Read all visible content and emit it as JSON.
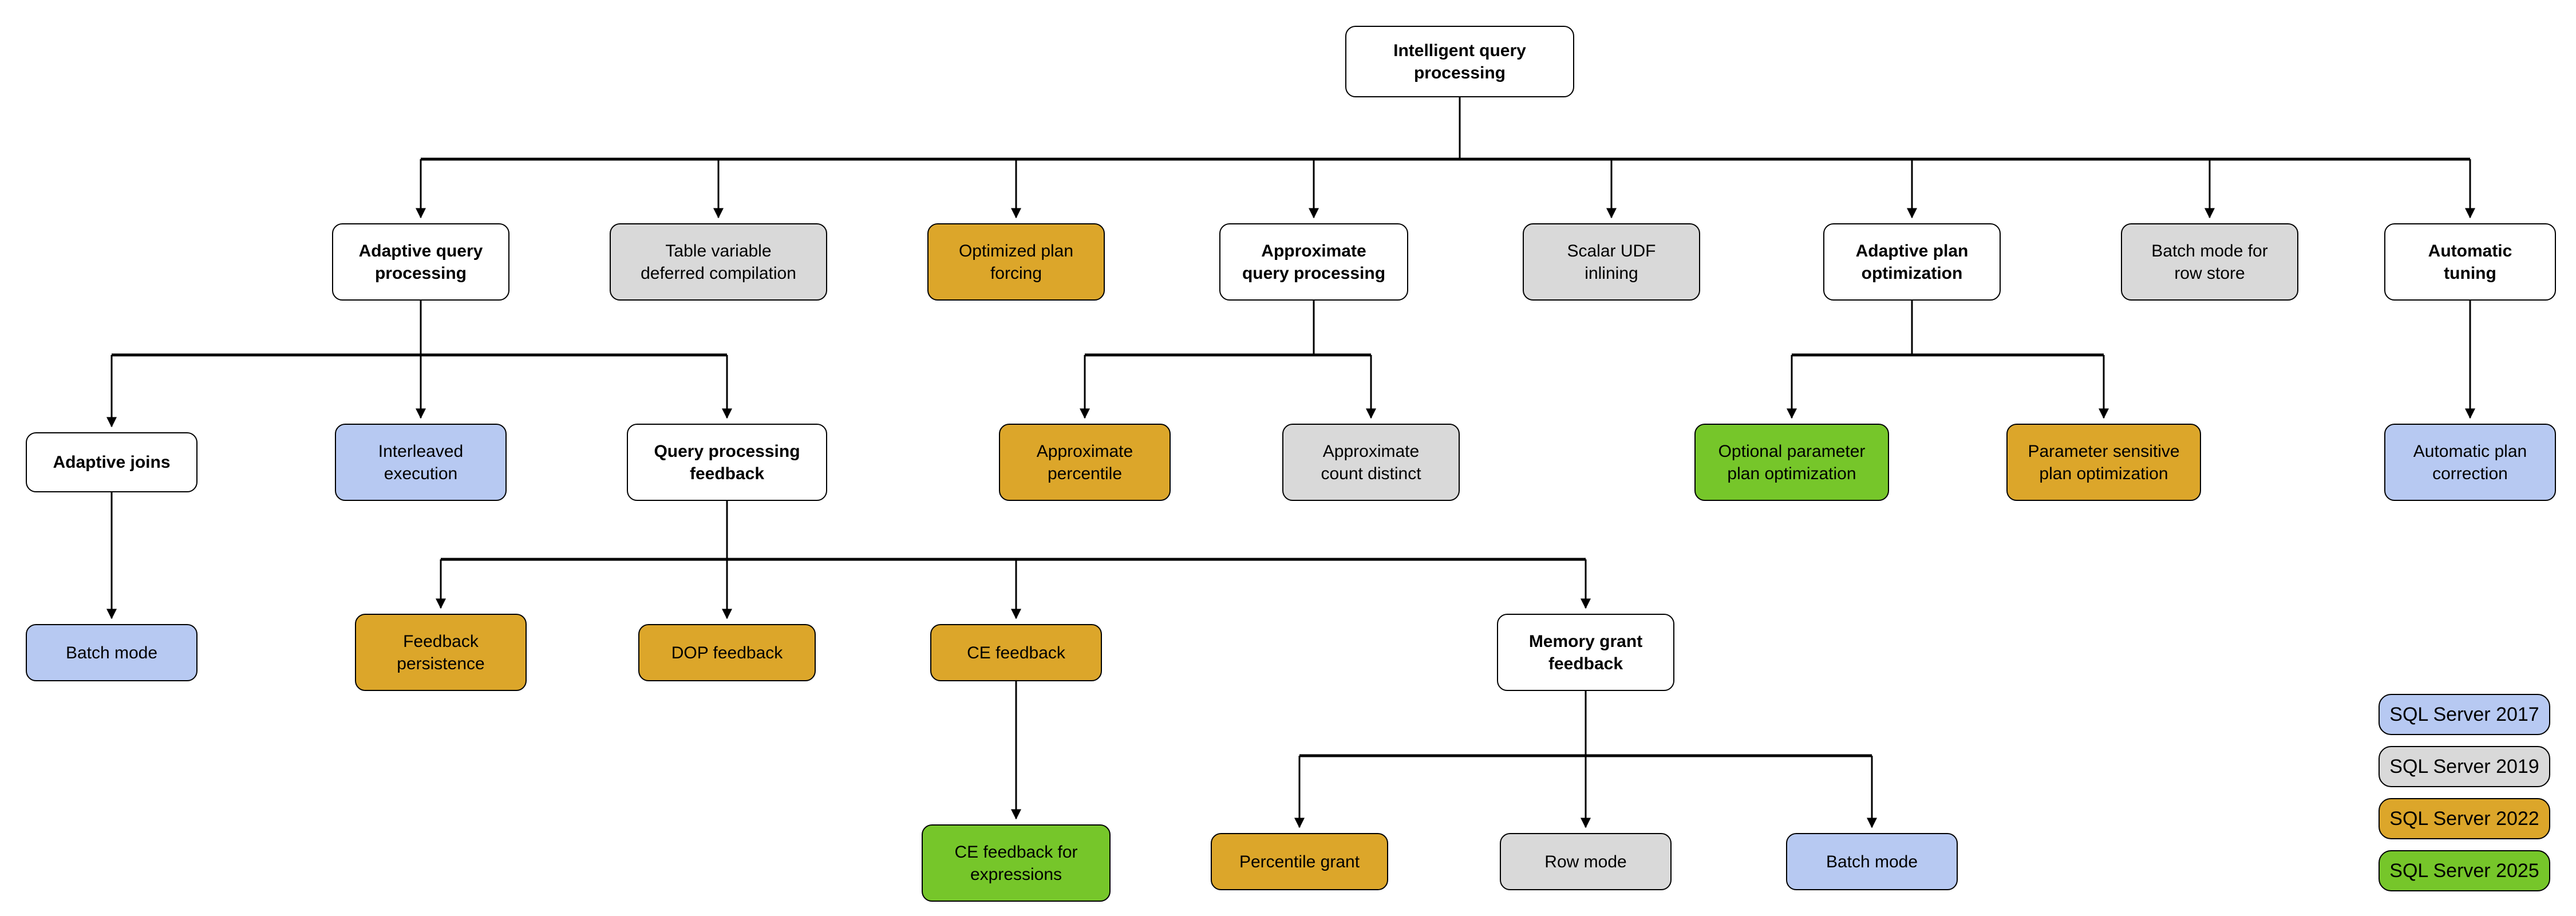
{
  "colors": {
    "category": "#ffffff",
    "sql2017": "#b7c9f2",
    "sql2019": "#d9d9d9",
    "sql2022": "#dca62a",
    "sql2025": "#76c62a",
    "line": "#000000"
  },
  "nodes": {
    "root": {
      "label": "Intelligent query\nprocessing",
      "version": "category"
    },
    "adaptive_query_processing": {
      "label": "Adaptive query\nprocessing",
      "version": "category"
    },
    "table_variable_deferred_compilation": {
      "label": "Table variable\ndeferred compilation",
      "version": "sql2019"
    },
    "optimized_plan_forcing": {
      "label": "Optimized plan\nforcing",
      "version": "sql2022"
    },
    "approximate_query_processing": {
      "label": "Approximate\nquery processing",
      "version": "category"
    },
    "scalar_udf_inlining": {
      "label": "Scalar UDF\ninlining",
      "version": "sql2019"
    },
    "adaptive_plan_optimization": {
      "label": "Adaptive plan\noptimization",
      "version": "category"
    },
    "batch_mode_for_row_store": {
      "label": "Batch mode for\nrow store",
      "version": "sql2019"
    },
    "automatic_tuning": {
      "label": "Automatic\ntuning",
      "version": "category"
    },
    "adaptive_joins": {
      "label": "Adaptive joins",
      "version": "category"
    },
    "interleaved_execution": {
      "label": "Interleaved\nexecution",
      "version": "sql2017"
    },
    "query_processing_feedback": {
      "label": "Query processing\nfeedback",
      "version": "category"
    },
    "approximate_percentile": {
      "label": "Approximate\npercentile",
      "version": "sql2022"
    },
    "approximate_count_distinct": {
      "label": "Approximate\ncount distinct",
      "version": "sql2019"
    },
    "optional_parameter_plan_optimization": {
      "label": "Optional parameter\nplan optimization",
      "version": "sql2025"
    },
    "parameter_sensitive_plan_optimization": {
      "label": "Parameter sensitive\nplan optimization",
      "version": "sql2022"
    },
    "automatic_plan_correction": {
      "label": "Automatic plan\ncorrection",
      "version": "sql2017"
    },
    "batch_mode_adaptive_joins": {
      "label": "Batch mode",
      "version": "sql2017"
    },
    "feedback_persistence": {
      "label": "Feedback\npersistence",
      "version": "sql2022"
    },
    "dop_feedback": {
      "label": "DOP feedback",
      "version": "sql2022"
    },
    "ce_feedback": {
      "label": "CE feedback",
      "version": "sql2022"
    },
    "memory_grant_feedback": {
      "label": "Memory grant\nfeedback",
      "version": "category"
    },
    "ce_feedback_for_expressions": {
      "label": "CE feedback for\nexpressions",
      "version": "sql2025"
    },
    "percentile_grant": {
      "label": "Percentile grant",
      "version": "sql2022"
    },
    "row_mode": {
      "label": "Row mode",
      "version": "sql2019"
    },
    "batch_mode_memory_grant": {
      "label": "Batch mode",
      "version": "sql2017"
    }
  },
  "legend": {
    "items": [
      {
        "label": "SQL Server 2017",
        "version": "sql2017"
      },
      {
        "label": "SQL Server 2019",
        "version": "sql2019"
      },
      {
        "label": "SQL Server 2022",
        "version": "sql2022"
      },
      {
        "label": "SQL Server 2025",
        "version": "sql2025"
      }
    ]
  }
}
